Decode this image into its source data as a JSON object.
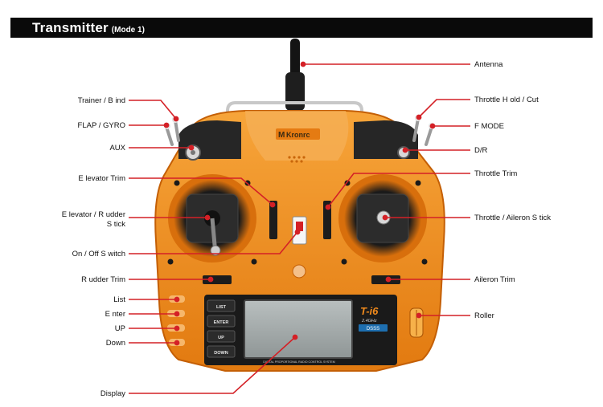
{
  "header": {
    "title": "Transmitter",
    "mode": "(Mode 1)"
  },
  "brand": {
    "logo_text": "Kronrc",
    "model": "T-i6",
    "freq": "2.4GHz",
    "subtitle": "DIGITAL PROPORTIONAL RADIO CONTROL SYSTEM",
    "badge": "DSSS"
  },
  "panel_buttons": [
    "LIST",
    "ENTER",
    "UP",
    "DOWN"
  ],
  "labels": {
    "antenna": "Antenna",
    "trainer_bind": "Trainer / B ind",
    "flap_gyro": "FLAP / GYRO",
    "aux": "AUX",
    "throttle_hold": "Throttle H old / Cut",
    "f_mode": "F MODE",
    "dr": "D/R",
    "elevator_trim": "E levator Trim",
    "throttle_trim": "Throttle Trim",
    "elevator_rudder": "E levator / R udder",
    "elevator_rudder_2": "S tick",
    "throttle_aileron": "Throttle / Aileron S tick",
    "on_off": "On / Off S witch",
    "rudder_trim": "R udder Trim",
    "aileron_trim": "Aileron Trim",
    "list": "List",
    "enter": "E nter",
    "up": "UP",
    "down": "Down",
    "roller": "Roller",
    "display": "Display"
  },
  "colors": {
    "body": "#f08a1c",
    "body_dark": "#d86f0c",
    "callout_line": "#d42026",
    "header_bg": "#0a0a0a"
  }
}
